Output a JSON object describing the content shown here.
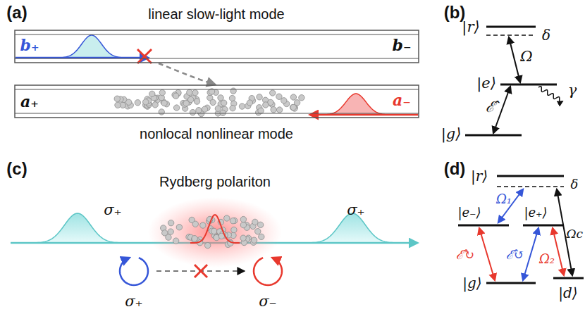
{
  "diagram": {
    "nodes": [
      {
        "text": [
          "linear slow-light mode",
          "b₊",
          "b₋"
        ]
      },
      {
        "text": [
          "a₊",
          "a₋",
          "nonlocal nonlinear mode"
        ]
      }
    ],
    "edges": [
      {
        "from": 0,
        "to": 1,
        "arrow": "to"
      }
    ],
    "labels": [
      "(a)",
      "(b)",
      "|r⟩",
      "δ",
      "Ω",
      "|e⟩",
      "|g⟩",
      "ℰ̂",
      "γ",
      "(c)",
      "Rydberg polariton",
      "σ₊",
      "σ₊",
      "σ₊",
      "σ₋",
      "(d)",
      "|r⟩",
      "δ",
      "Ω₁",
      "|e₋⟩",
      "|e₊⟩",
      "Ωc",
      "ℰ̂↻",
      "ℰ̂↺",
      "Ω₂",
      "|g⟩",
      "|d⟩"
    ]
  }
}
